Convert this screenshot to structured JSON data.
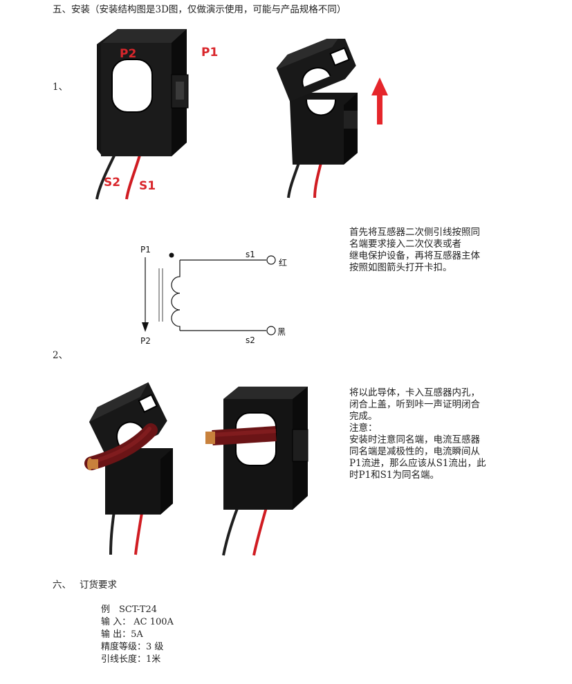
{
  "section5": {
    "heading": "五、安装（安装结构图是3D图，仅做演示使用，可能与产品规格不同）"
  },
  "step1": {
    "number": "1、",
    "labels": {
      "p2": "P2",
      "p1": "P1",
      "s2": "S2",
      "s1": "S1"
    },
    "description": [
      "首先将互感器二次侧引线按照同",
      "名端要求接入二次仪表或者",
      "继电保护设备，再将互感器主体",
      "按照如图箭头打开卡扣。"
    ]
  },
  "diagram": {
    "p1": "P1",
    "p2": "P2",
    "s1": "s1",
    "s2": "s2",
    "red": "红",
    "black": "黑"
  },
  "step2": {
    "number": "2、",
    "description": [
      "将以此导体，卡入互感器内孔，",
      "闭合上盖，听到咔一声证明闭合",
      "完成。",
      "注意：",
      "安装时注意同名端，电流互感器",
      "同名端是减极性的，电流瞬间从",
      "P1流进，那么应该从S1流出，此",
      "时P1和S1为同名端。"
    ]
  },
  "section6": {
    "heading_num": "六、",
    "heading": "订货要求",
    "lines": [
      "例　SCT-T24",
      "输 入：  AC 100A",
      "输 出：5A",
      "精度等级：3 级",
      "引线长度：1米"
    ]
  },
  "colors": {
    "red_label": "#d9262b",
    "device": "#1a1a1a",
    "wire_red": "#d01c22",
    "cable": "#6b1416",
    "copper": "#c8813c"
  }
}
